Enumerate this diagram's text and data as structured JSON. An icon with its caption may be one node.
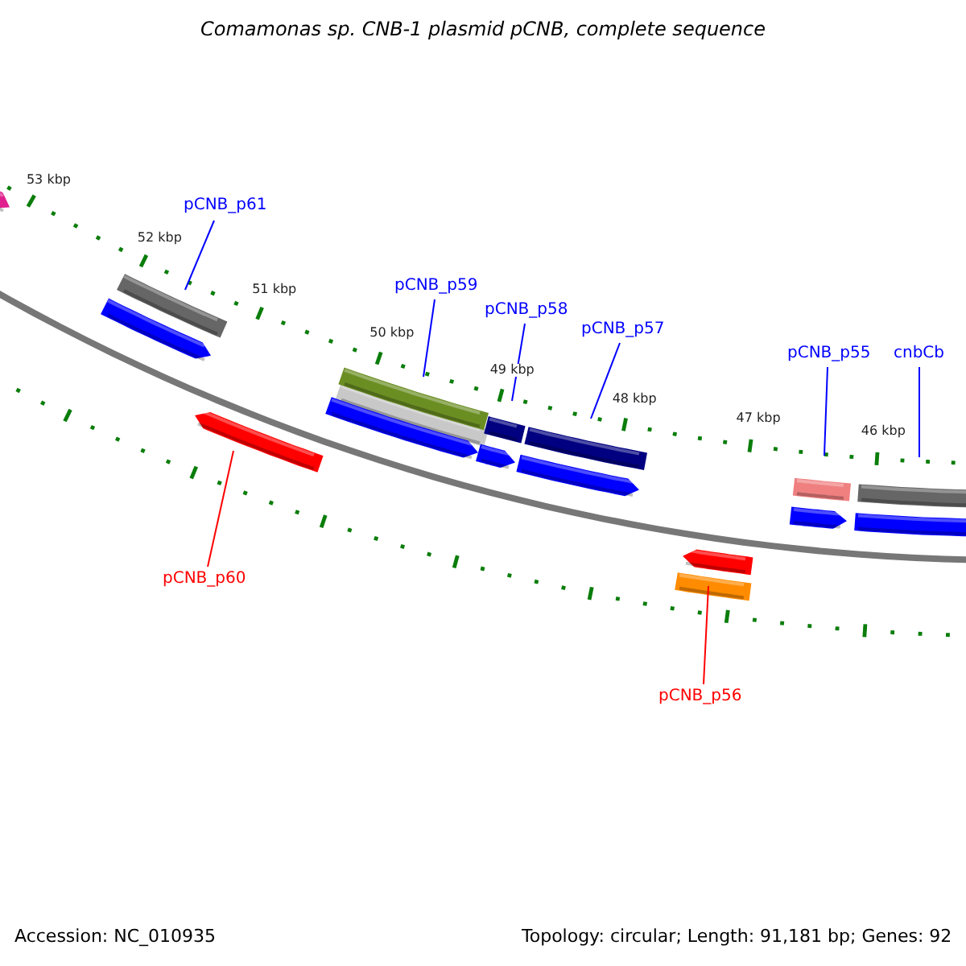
{
  "diagram": {
    "title": "Comamonas sp. CNB-1 plasmid pCNB, complete sequence",
    "nodes": [
      {
        "text": [
          "pCNB_p61"
        ]
      },
      {
        "text": [],
        "shape": "bar"
      },
      {
        "text": [
          "pCNB_p59"
        ]
      },
      {
        "text": [],
        "shape": "bar"
      },
      {
        "text": [
          "pCNB_p58"
        ]
      },
      {
        "text": [],
        "shape": "bar"
      },
      {
        "text": [
          "pCNB_p57"
        ]
      },
      {
        "text": [],
        "shape": "bar"
      },
      {
        "text": [
          "pCNB_p55"
        ]
      },
      {
        "text": [],
        "shape": "bar"
      },
      {
        "text": [
          "cnbCb"
        ]
      },
      {
        "text": [],
        "shape": "bar"
      },
      {
        "text": [
          "pCNB_p60"
        ]
      },
      {
        "text": [],
        "shape": "bar"
      },
      {
        "text": [
          "pCNB_p56"
        ]
      },
      {
        "text": [],
        "shape": "bar"
      }
    ],
    "edges": [
      {
        "from": 0,
        "to": 1,
        "arrow": "none"
      },
      {
        "from": 2,
        "to": 3,
        "arrow": "none"
      },
      {
        "from": 4,
        "to": 5,
        "arrow": "none"
      },
      {
        "from": 6,
        "to": 7,
        "arrow": "none"
      },
      {
        "from": 8,
        "to": 9,
        "arrow": "none"
      },
      {
        "from": 10,
        "to": 11,
        "arrow": "none"
      },
      {
        "from": 12,
        "to": 13,
        "arrow": "none",
        "color": "#ff0000"
      },
      {
        "from": 14,
        "to": 15,
        "arrow": "none",
        "color": "#ff0000"
      }
    ],
    "labels": [
      "53 kbp",
      "52 kbp",
      "51 kbp",
      "50 kbp",
      "49 kbp",
      "48 kbp",
      "47 kbp",
      "46 kbp",
      "Accession: NC_010935",
      "Topology: circular; Length: 91,181 bp; Genes: 92"
    ]
  }
}
